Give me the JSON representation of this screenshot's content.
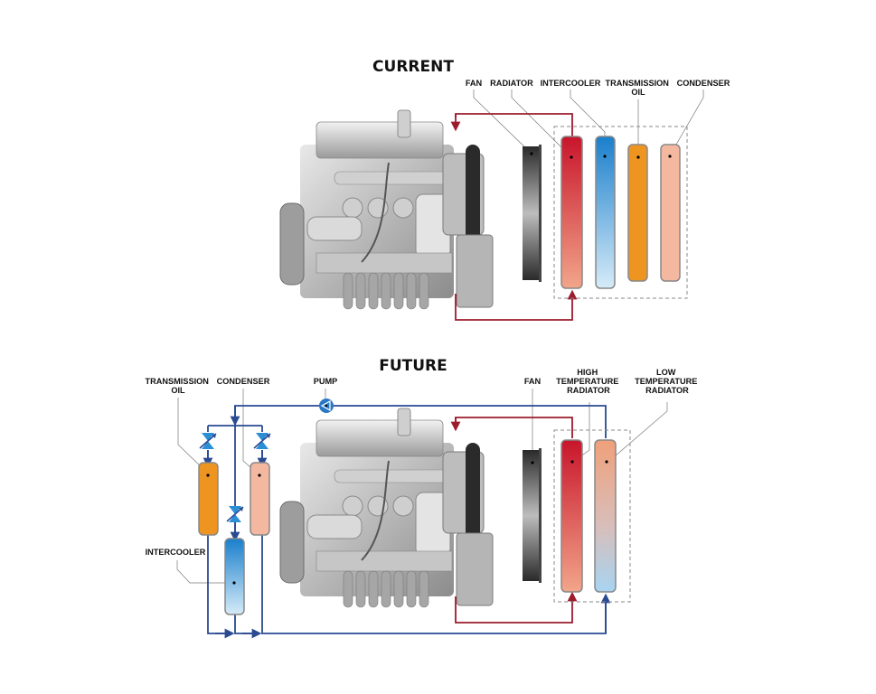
{
  "current": {
    "title": "CURRENT",
    "labels": {
      "fan": [
        "FAN"
      ],
      "radiator": [
        "RADIATOR"
      ],
      "intercooler": [
        "INTERCOOLER"
      ],
      "transmission_oil": [
        "TRANSMISSION",
        "OIL"
      ],
      "condenser": [
        "CONDENSER"
      ]
    },
    "components": [
      {
        "id": "fan",
        "name": "Fan",
        "color": "#3a3a3a"
      },
      {
        "id": "radiator",
        "name": "Radiator",
        "color_top": "#c8152b",
        "color_bottom": "#f2a58a"
      },
      {
        "id": "intercooler",
        "name": "Intercooler",
        "color_top": "#1a7fcc",
        "color_bottom": "#d6ebf8"
      },
      {
        "id": "transmission_oil",
        "name": "Transmission Oil",
        "color": "#ee9420"
      },
      {
        "id": "condenser",
        "name": "Condenser",
        "color": "#f4b8a0"
      }
    ]
  },
  "future": {
    "title": "FUTURE",
    "labels": {
      "transmission_oil": [
        "TRANSMISSION",
        "OIL"
      ],
      "condenser": [
        "CONDENSER"
      ],
      "pump": [
        "PUMP"
      ],
      "fan": [
        "FAN"
      ],
      "high_temp_radiator": [
        "HIGH",
        "TEMPERATURE",
        "RADIATOR"
      ],
      "low_temp_radiator": [
        "LOW",
        "TEMPERATURE",
        "RADIATOR"
      ],
      "intercooler": [
        "INTERCOOLER"
      ]
    },
    "components": [
      {
        "id": "transmission_oil",
        "name": "Transmission Oil",
        "color": "#ee9420"
      },
      {
        "id": "condenser",
        "name": "Condenser",
        "color": "#f4b8a0"
      },
      {
        "id": "intercooler",
        "name": "Intercooler",
        "color_top": "#1a7fcc",
        "color_bottom": "#d6ebf8"
      },
      {
        "id": "pump",
        "name": "Pump",
        "color": "#2b78c4"
      },
      {
        "id": "fan",
        "name": "Fan",
        "color": "#3a3a3a"
      },
      {
        "id": "high_temp_radiator",
        "name": "High Temperature Radiator",
        "color_top": "#c8152b",
        "color_bottom": "#f2a58a"
      },
      {
        "id": "low_temp_radiator",
        "name": "Low Temperature Radiator",
        "color_top": "#f0a07a",
        "color_bottom": "#a8d4f2"
      }
    ]
  },
  "colors": {
    "hot_circuit": "#9c1c2c",
    "cold_circuit": "#2a4a92",
    "valve": "#2b8fd6",
    "leader_line": "#888888",
    "dashed_box": "#8a8a8a"
  }
}
